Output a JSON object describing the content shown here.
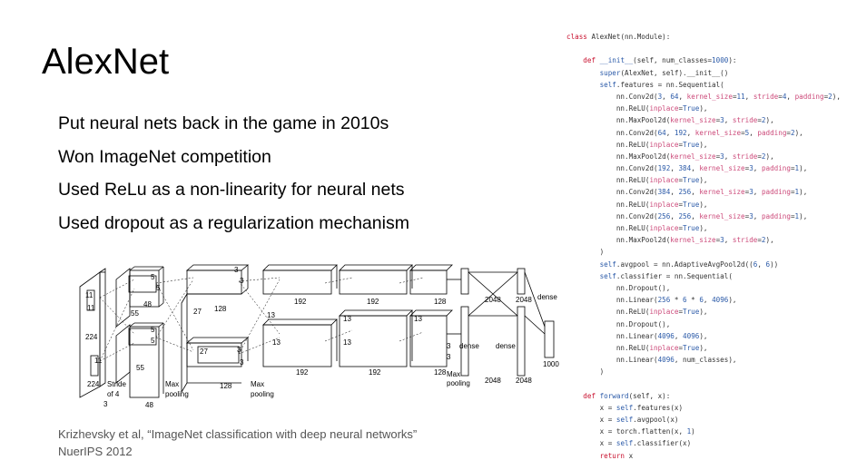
{
  "slide": {
    "title": "AlexNet",
    "bullets": [
      "Put neural nets back in the game in 2010s",
      "Won ImageNet competition",
      "Used ReLu as a non-linearity for neural nets",
      "Used dropout as a regularization mechanism"
    ],
    "citation_line1": "Krizhevsky et al, “ImageNet classification with deep neural networks”",
    "citation_line2": "NuerIPS 2012"
  },
  "diagram": {
    "labels": {
      "d224a": "224",
      "d224b": "224",
      "d11a": "11",
      "d11b": "11",
      "d11c": "11",
      "d3": "3",
      "stride": "Stride",
      "of4": "of 4",
      "d55a": "55",
      "d55b": "55",
      "d5a": "5",
      "d5b": "5",
      "d5c": "5",
      "d5d": "5",
      "d48a": "48",
      "d48b": "48",
      "d27a": "27",
      "d27b": "27",
      "d128a": "128",
      "d128b": "128",
      "d3a": "3",
      "d3b": "3",
      "d3c": "3",
      "d3d": "3",
      "maxpool1a": "Max",
      "maxpool1b": "pooling",
      "maxpool2a": "Max",
      "maxpool2b": "pooling",
      "d192a": "192",
      "d192b": "192",
      "d192c": "192",
      "d192d": "192",
      "d13a": "13",
      "d13b": "13",
      "d13c": "13",
      "d13d": "13",
      "d13e": "13",
      "d128c": "128",
      "d128d": "128",
      "d3e": "3",
      "d3f": "3",
      "maxpool3a": "Max",
      "maxpool3b": "pooling",
      "dense1": "dense",
      "dense2": "dense",
      "dense3": "dense",
      "d2048a": "2048",
      "d2048b": "2048",
      "d2048c": "2048",
      "d2048d": "2048",
      "d1000": "1000"
    }
  },
  "code_lines": [
    [
      [
        "kw",
        "class "
      ],
      [
        "t",
        "AlexNet(nn.Module):"
      ]
    ],
    [
      [
        "t",
        ""
      ]
    ],
    [
      [
        "t",
        "    "
      ],
      [
        "kw",
        "def "
      ],
      [
        "fn",
        "__init__"
      ],
      [
        "t",
        "(self, num_classes="
      ],
      [
        "num",
        "1000"
      ],
      [
        "t",
        "):"
      ]
    ],
    [
      [
        "t",
        "        "
      ],
      [
        "fn",
        "super"
      ],
      [
        "t",
        "(AlexNet, self).__init__()"
      ]
    ],
    [
      [
        "t",
        "        "
      ],
      [
        "fn",
        "self"
      ],
      [
        "t",
        ".features = nn.Sequential("
      ]
    ],
    [
      [
        "t",
        "            nn.Conv2d("
      ],
      [
        "num",
        "3"
      ],
      [
        "t",
        ", "
      ],
      [
        "num",
        "64"
      ],
      [
        "t",
        ", "
      ],
      [
        "arg",
        "kernel_size"
      ],
      [
        "t",
        "="
      ],
      [
        "num",
        "11"
      ],
      [
        "t",
        ", "
      ],
      [
        "arg",
        "stride"
      ],
      [
        "t",
        "="
      ],
      [
        "num",
        "4"
      ],
      [
        "t",
        ", "
      ],
      [
        "arg",
        "padding"
      ],
      [
        "t",
        "="
      ],
      [
        "num",
        "2"
      ],
      [
        "t",
        "),"
      ]
    ],
    [
      [
        "t",
        "            nn.ReLU("
      ],
      [
        "arg",
        "inplace"
      ],
      [
        "t",
        "="
      ],
      [
        "num",
        "True"
      ],
      [
        "t",
        "),"
      ]
    ],
    [
      [
        "t",
        "            nn.MaxPool2d("
      ],
      [
        "arg",
        "kernel_size"
      ],
      [
        "t",
        "="
      ],
      [
        "num",
        "3"
      ],
      [
        "t",
        ", "
      ],
      [
        "arg",
        "stride"
      ],
      [
        "t",
        "="
      ],
      [
        "num",
        "2"
      ],
      [
        "t",
        "),"
      ]
    ],
    [
      [
        "t",
        "            nn.Conv2d("
      ],
      [
        "num",
        "64"
      ],
      [
        "t",
        ", "
      ],
      [
        "num",
        "192"
      ],
      [
        "t",
        ", "
      ],
      [
        "arg",
        "kernel_size"
      ],
      [
        "t",
        "="
      ],
      [
        "num",
        "5"
      ],
      [
        "t",
        ", "
      ],
      [
        "arg",
        "padding"
      ],
      [
        "t",
        "="
      ],
      [
        "num",
        "2"
      ],
      [
        "t",
        "),"
      ]
    ],
    [
      [
        "t",
        "            nn.ReLU("
      ],
      [
        "arg",
        "inplace"
      ],
      [
        "t",
        "="
      ],
      [
        "num",
        "True"
      ],
      [
        "t",
        "),"
      ]
    ],
    [
      [
        "t",
        "            nn.MaxPool2d("
      ],
      [
        "arg",
        "kernel_size"
      ],
      [
        "t",
        "="
      ],
      [
        "num",
        "3"
      ],
      [
        "t",
        ", "
      ],
      [
        "arg",
        "stride"
      ],
      [
        "t",
        "="
      ],
      [
        "num",
        "2"
      ],
      [
        "t",
        "),"
      ]
    ],
    [
      [
        "t",
        "            nn.Conv2d("
      ],
      [
        "num",
        "192"
      ],
      [
        "t",
        ", "
      ],
      [
        "num",
        "384"
      ],
      [
        "t",
        ", "
      ],
      [
        "arg",
        "kernel_size"
      ],
      [
        "t",
        "="
      ],
      [
        "num",
        "3"
      ],
      [
        "t",
        ", "
      ],
      [
        "arg",
        "padding"
      ],
      [
        "t",
        "="
      ],
      [
        "num",
        "1"
      ],
      [
        "t",
        "),"
      ]
    ],
    [
      [
        "t",
        "            nn.ReLU("
      ],
      [
        "arg",
        "inplace"
      ],
      [
        "t",
        "="
      ],
      [
        "num",
        "True"
      ],
      [
        "t",
        "),"
      ]
    ],
    [
      [
        "t",
        "            nn.Conv2d("
      ],
      [
        "num",
        "384"
      ],
      [
        "t",
        ", "
      ],
      [
        "num",
        "256"
      ],
      [
        "t",
        ", "
      ],
      [
        "arg",
        "kernel_size"
      ],
      [
        "t",
        "="
      ],
      [
        "num",
        "3"
      ],
      [
        "t",
        ", "
      ],
      [
        "arg",
        "padding"
      ],
      [
        "t",
        "="
      ],
      [
        "num",
        "1"
      ],
      [
        "t",
        "),"
      ]
    ],
    [
      [
        "t",
        "            nn.ReLU("
      ],
      [
        "arg",
        "inplace"
      ],
      [
        "t",
        "="
      ],
      [
        "num",
        "True"
      ],
      [
        "t",
        "),"
      ]
    ],
    [
      [
        "t",
        "            nn.Conv2d("
      ],
      [
        "num",
        "256"
      ],
      [
        "t",
        ", "
      ],
      [
        "num",
        "256"
      ],
      [
        "t",
        ", "
      ],
      [
        "arg",
        "kernel_size"
      ],
      [
        "t",
        "="
      ],
      [
        "num",
        "3"
      ],
      [
        "t",
        ", "
      ],
      [
        "arg",
        "padding"
      ],
      [
        "t",
        "="
      ],
      [
        "num",
        "1"
      ],
      [
        "t",
        "),"
      ]
    ],
    [
      [
        "t",
        "            nn.ReLU("
      ],
      [
        "arg",
        "inplace"
      ],
      [
        "t",
        "="
      ],
      [
        "num",
        "True"
      ],
      [
        "t",
        "),"
      ]
    ],
    [
      [
        "t",
        "            nn.MaxPool2d("
      ],
      [
        "arg",
        "kernel_size"
      ],
      [
        "t",
        "="
      ],
      [
        "num",
        "3"
      ],
      [
        "t",
        ", "
      ],
      [
        "arg",
        "stride"
      ],
      [
        "t",
        "="
      ],
      [
        "num",
        "2"
      ],
      [
        "t",
        "),"
      ]
    ],
    [
      [
        "t",
        "        )"
      ]
    ],
    [
      [
        "t",
        "        "
      ],
      [
        "fn",
        "self"
      ],
      [
        "t",
        ".avgpool = nn.AdaptiveAvgPool2d(("
      ],
      [
        "num",
        "6"
      ],
      [
        "t",
        ", "
      ],
      [
        "num",
        "6"
      ],
      [
        "t",
        "))"
      ]
    ],
    [
      [
        "t",
        "        "
      ],
      [
        "fn",
        "self"
      ],
      [
        "t",
        ".classifier = nn.Sequential("
      ]
    ],
    [
      [
        "t",
        "            nn.Dropout(),"
      ]
    ],
    [
      [
        "t",
        "            nn.Linear("
      ],
      [
        "num",
        "256"
      ],
      [
        "t",
        " * "
      ],
      [
        "num",
        "6"
      ],
      [
        "t",
        " * "
      ],
      [
        "num",
        "6"
      ],
      [
        "t",
        ", "
      ],
      [
        "num",
        "4096"
      ],
      [
        "t",
        "),"
      ]
    ],
    [
      [
        "t",
        "            nn.ReLU("
      ],
      [
        "arg",
        "inplace"
      ],
      [
        "t",
        "="
      ],
      [
        "num",
        "True"
      ],
      [
        "t",
        "),"
      ]
    ],
    [
      [
        "t",
        "            nn.Dropout(),"
      ]
    ],
    [
      [
        "t",
        "            nn.Linear("
      ],
      [
        "num",
        "4096"
      ],
      [
        "t",
        ", "
      ],
      [
        "num",
        "4096"
      ],
      [
        "t",
        "),"
      ]
    ],
    [
      [
        "t",
        "            nn.ReLU("
      ],
      [
        "arg",
        "inplace"
      ],
      [
        "t",
        "="
      ],
      [
        "num",
        "True"
      ],
      [
        "t",
        "),"
      ]
    ],
    [
      [
        "t",
        "            nn.Linear("
      ],
      [
        "num",
        "4096"
      ],
      [
        "t",
        ", num_classes),"
      ]
    ],
    [
      [
        "t",
        "        )"
      ]
    ],
    [
      [
        "t",
        ""
      ]
    ],
    [
      [
        "t",
        "    "
      ],
      [
        "kw",
        "def "
      ],
      [
        "fn",
        "forward"
      ],
      [
        "t",
        "(self, x):"
      ]
    ],
    [
      [
        "t",
        "        x = "
      ],
      [
        "fn",
        "self"
      ],
      [
        "t",
        ".features(x)"
      ]
    ],
    [
      [
        "t",
        "        x = "
      ],
      [
        "fn",
        "self"
      ],
      [
        "t",
        ".avgpool(x)"
      ]
    ],
    [
      [
        "t",
        "        x = torch.flatten(x, "
      ],
      [
        "num",
        "1"
      ],
      [
        "t",
        ")"
      ]
    ],
    [
      [
        "t",
        "        x = "
      ],
      [
        "fn",
        "self"
      ],
      [
        "t",
        ".classifier(x)"
      ]
    ],
    [
      [
        "t",
        "        "
      ],
      [
        "kw",
        "return "
      ],
      [
        "t",
        "x"
      ]
    ]
  ]
}
